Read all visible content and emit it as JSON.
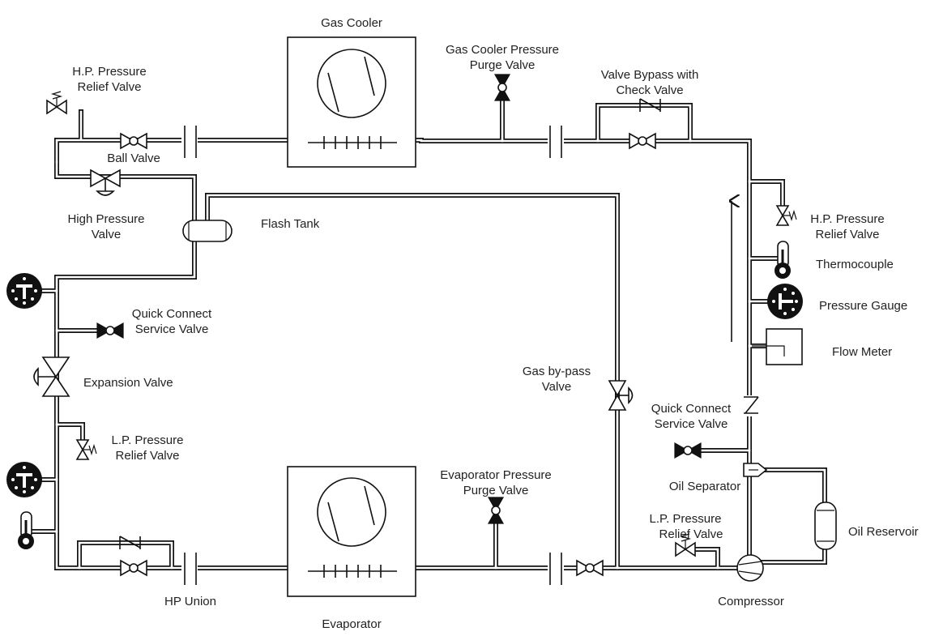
{
  "labels": {
    "gas_cooler": "Gas Cooler",
    "gas_cooler_purge_1": "Gas Cooler Pressure",
    "gas_cooler_purge_2": "Purge Valve",
    "valve_bypass_1": "Valve Bypass with",
    "valve_bypass_2": "Check Valve",
    "hp_relief_top_1": "H.P. Pressure",
    "hp_relief_top_2": "Relief Valve",
    "ball_valve": "Ball Valve",
    "high_pressure_valve_1": "High Pressure",
    "high_pressure_valve_2": "Valve",
    "flash_tank": "Flash Tank",
    "hp_relief_right_1": "H.P. Pressure",
    "hp_relief_right_2": "Relief Valve",
    "thermocouple": "Thermocouple",
    "pressure_gauge": "Pressure Gauge",
    "flow_meter": "Flow Meter",
    "quick_connect_left_1": "Quick Connect",
    "quick_connect_left_2": "Service Valve",
    "expansion_valve": "Expansion Valve",
    "gas_bypass_1": "Gas by-pass",
    "gas_bypass_2": "Valve",
    "quick_connect_right_1": "Quick Connect",
    "quick_connect_right_2": "Service Valve",
    "lp_relief_left_1": "L.P. Pressure",
    "lp_relief_left_2": "Relief Valve",
    "evap_purge_1": "Evaporator Pressure",
    "evap_purge_2": "Purge Valve",
    "oil_separator": "Oil Separator",
    "lp_relief_right_1": "L.P. Pressure",
    "lp_relief_right_2": "Relief Valve",
    "oil_reservoir": "Oil Reservoir",
    "hp_union": "HP Union",
    "compressor": "Compressor",
    "evaporator": "Evaporator"
  }
}
